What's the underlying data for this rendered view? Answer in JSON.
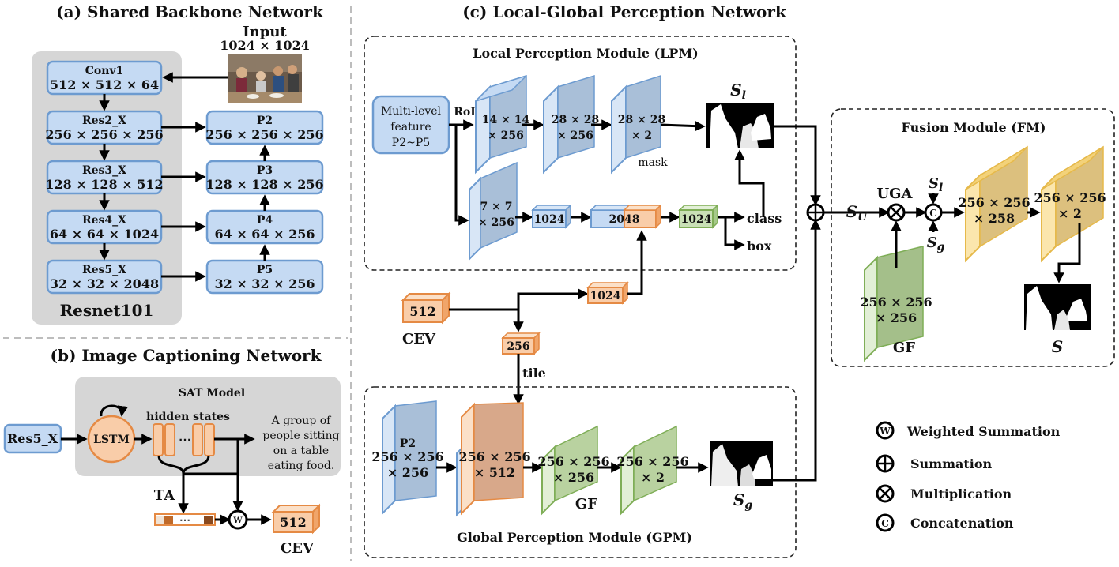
{
  "sections": {
    "a_title": "(a) Shared Backbone Network",
    "b_title": "(b) Image Captioning Network",
    "c_title": "(c) Local-Global Perception Network"
  },
  "input": {
    "label": "Input",
    "size": "1024 × 1024"
  },
  "backbone": {
    "name": "Resnet101",
    "layers": [
      {
        "name": "Conv1",
        "dims": "512 × 512 × 64"
      },
      {
        "name": "Res2_X",
        "dims": "256 × 256 × 256"
      },
      {
        "name": "Res3_X",
        "dims": "128 × 128 × 512"
      },
      {
        "name": "Res4_X",
        "dims": "64 × 64 × 1024"
      },
      {
        "name": "Res5_X",
        "dims": "32 × 32 × 2048"
      }
    ],
    "pyramid": [
      {
        "name": "P2",
        "dims": "256 × 256 × 256"
      },
      {
        "name": "P3",
        "dims": "128 × 128 × 256"
      },
      {
        "name": "P4",
        "dims": "64 × 64 × 256"
      },
      {
        "name": "P5",
        "dims": "32 × 32 × 256"
      }
    ]
  },
  "captioning": {
    "input_label": "Res5_X",
    "model_label": "SAT Model",
    "lstm_label": "LSTM",
    "hidden_label": "hidden states",
    "dots": "⋯",
    "caption": [
      "A group of",
      "people sitting",
      "on a table",
      "eating food."
    ],
    "ta_label": "TA",
    "w_symbol": "W",
    "cev_value": "512",
    "cev_label": "CEV"
  },
  "lpm": {
    "title": "Local Perception Module (LPM)",
    "multilevel": [
      "Multi-level",
      "feature",
      "P2~P5"
    ],
    "roi_label": "RoI",
    "roi_top": [
      "14 × 14",
      "× 256"
    ],
    "mid1": [
      "28 × 28",
      "× 256"
    ],
    "mid2": [
      "28 × 28",
      "× 2"
    ],
    "mask_label": "mask",
    "roi_bottom": [
      "7 × 7",
      "× 256"
    ],
    "fc1": "1024",
    "fc2": "2048",
    "fc3": "1024",
    "class_label": "class",
    "box_label": "box",
    "sl_label": "S",
    "sl_sub": "l"
  },
  "cev_branch": {
    "cev_value": "512",
    "cev_label": "CEV",
    "fc": "1024",
    "small": "256",
    "tile_label": "tile"
  },
  "gpm": {
    "title": "Global Perception Module (GPM)",
    "p2": [
      "P2",
      "256 × 256",
      "× 256"
    ],
    "concat": [
      "256 × 256",
      "× 512"
    ],
    "gf": [
      "256 × 256",
      "× 256"
    ],
    "gf_label": "GF",
    "out": [
      "256 × 256",
      "× 2"
    ],
    "sg_label": "S",
    "sg_sub": "g"
  },
  "fm": {
    "title": "Fusion Module (FM)",
    "su_label": "S",
    "su_sub": "U",
    "uga_label": "UGA",
    "sl_label": "S",
    "sl_sub": "l",
    "sg_label": "S",
    "sg_sub": "g",
    "c1": [
      "256 × 256",
      "× 258"
    ],
    "c2": [
      "256 × 256",
      "× 2"
    ],
    "gf": [
      "256 × 256",
      "× 256"
    ],
    "gf_label": "GF",
    "s_label": "S"
  },
  "legend": {
    "items": [
      {
        "symbol": "W",
        "label": "Weighted Summation"
      },
      {
        "symbol": "+",
        "label": "Summation"
      },
      {
        "symbol": "×",
        "label": "Multiplication"
      },
      {
        "symbol": "C",
        "label": "Concatenation"
      }
    ]
  },
  "colors": {
    "blue": "#c5daf3",
    "blue_edge": "#6d9bd0",
    "orange": "#f9cda9",
    "orange_edge": "#e58a44",
    "green": "#c9e0b6",
    "green_edge": "#7fae57",
    "gold": "#f3d27a",
    "gold_edge": "#e6b94a",
    "gray_panel": "#d6d6d6"
  }
}
